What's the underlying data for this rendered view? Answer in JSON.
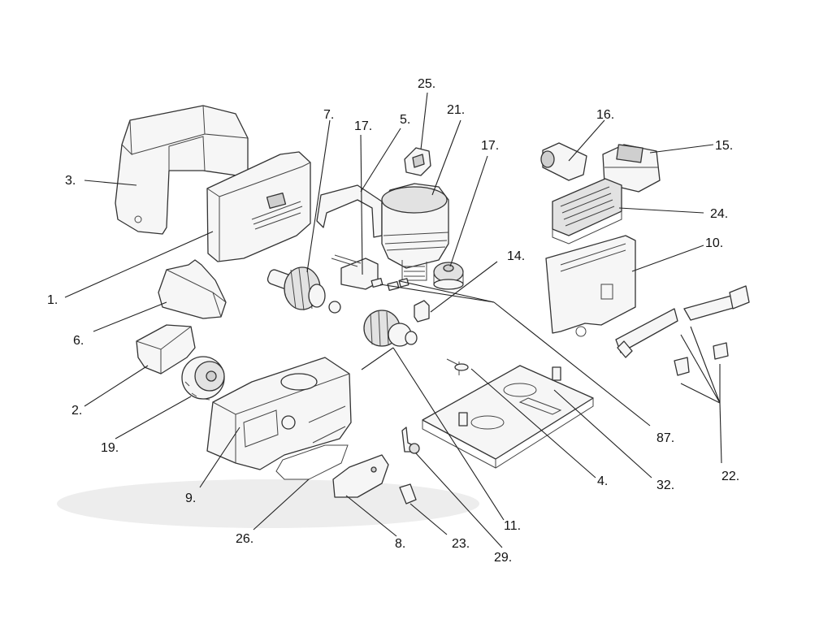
{
  "diagram": {
    "callouts": [
      {
        "id": "c1",
        "label": "1."
      },
      {
        "id": "c2",
        "label": "2."
      },
      {
        "id": "c3",
        "label": "3."
      },
      {
        "id": "c4",
        "label": "4."
      },
      {
        "id": "c5",
        "label": "5."
      },
      {
        "id": "c6",
        "label": "6."
      },
      {
        "id": "c7",
        "label": "7."
      },
      {
        "id": "c8",
        "label": "8."
      },
      {
        "id": "c9",
        "label": "9."
      },
      {
        "id": "c10",
        "label": "10."
      },
      {
        "id": "c11",
        "label": "11."
      },
      {
        "id": "c14",
        "label": "14."
      },
      {
        "id": "c15",
        "label": "15."
      },
      {
        "id": "c16",
        "label": "16."
      },
      {
        "id": "c17a",
        "label": "17."
      },
      {
        "id": "c17b",
        "label": "17."
      },
      {
        "id": "c19",
        "label": "19."
      },
      {
        "id": "c21",
        "label": "21."
      },
      {
        "id": "c22",
        "label": "22."
      },
      {
        "id": "c23",
        "label": "23."
      },
      {
        "id": "c24",
        "label": "24."
      },
      {
        "id": "c25",
        "label": "25."
      },
      {
        "id": "c26",
        "label": "26."
      },
      {
        "id": "c29",
        "label": "29."
      },
      {
        "id": "c32",
        "label": "32."
      },
      {
        "id": "c87",
        "label": "87."
      }
    ]
  }
}
